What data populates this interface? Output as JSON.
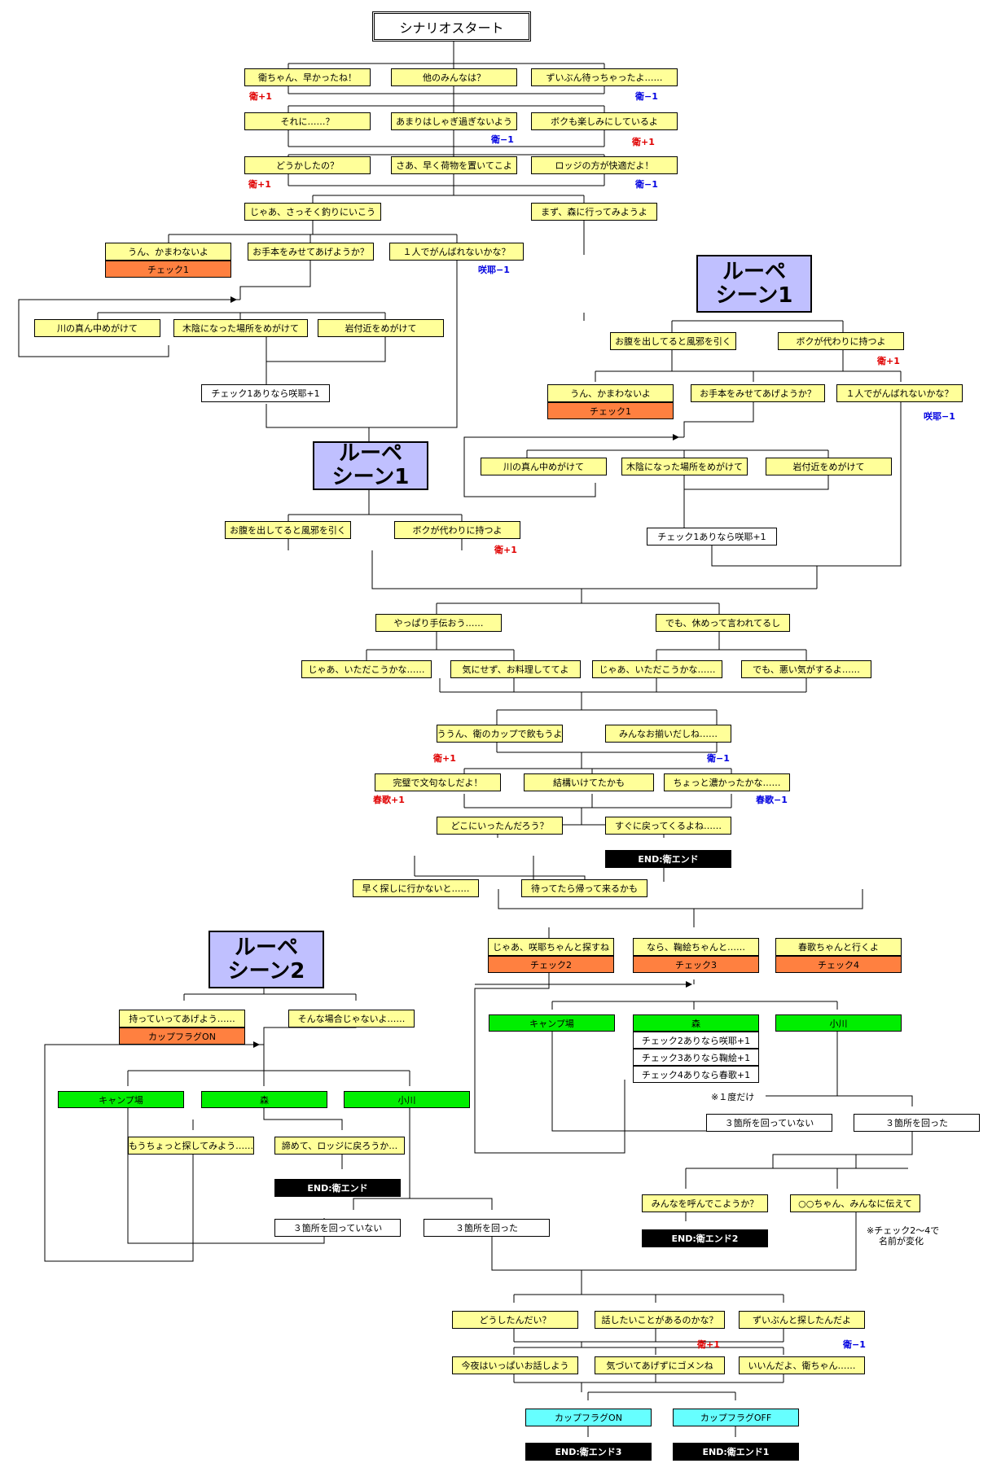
{
  "nodes": [
    {
      "id": "n0",
      "type": "title",
      "text": "シナリオスタート"
    },
    {
      "id": "n1",
      "text": "衛ちゃん、早かったね！"
    },
    {
      "id": "n2",
      "text": "他のみんなは？"
    },
    {
      "id": "n3",
      "text": "ずいぶん待っちゃったよ……"
    },
    {
      "id": "n4",
      "text": "それに……？"
    },
    {
      "id": "n5",
      "text": "あまりはしゃぎ過ぎないよう"
    },
    {
      "id": "n6",
      "text": "ボクも楽しみにしているよ"
    },
    {
      "id": "n7",
      "text": "どうかしたの？"
    },
    {
      "id": "n8",
      "text": "さあ、早く荷物を置いてこよ"
    },
    {
      "id": "n9",
      "text": "ロッジの方が快適だよ！"
    },
    {
      "id": "n10",
      "text": "じゃあ、さっそく釣りにいこう"
    },
    {
      "id": "n11",
      "text": "まず、森に行ってみようよ"
    },
    {
      "id": "n12",
      "text": "うん、かまわないよ"
    },
    {
      "id": "n12b",
      "type": "flag",
      "text": "チェック1"
    },
    {
      "id": "n13",
      "text": "お手本をみせてあげようか？"
    },
    {
      "id": "n14",
      "text": "１人でがんばれないかな？"
    },
    {
      "id": "n15",
      "text": "川の真ん中めがけて"
    },
    {
      "id": "n16",
      "text": "木陰になった場所をめがけて"
    },
    {
      "id": "n17",
      "text": "岩付近をめがけて"
    },
    {
      "id": "n18",
      "type": "white",
      "text": "チェック1ありなら咲耶+1"
    },
    {
      "id": "L1a",
      "type": "loupe",
      "text": "ルーペ\nシーン1"
    },
    {
      "id": "n19",
      "text": "お腹を出してると風邪を引く"
    },
    {
      "id": "n20",
      "text": "ボクが代わりに持つよ"
    },
    {
      "id": "n21",
      "text": "うん、かまわないよ"
    },
    {
      "id": "n21b",
      "type": "flag",
      "text": "チェック1"
    },
    {
      "id": "n22",
      "text": "お手本をみせてあげようか？"
    },
    {
      "id": "n23",
      "text": "１人でがんばれないかな？"
    },
    {
      "id": "n24",
      "text": "川の真ん中めがけて"
    },
    {
      "id": "n25",
      "text": "木陰になった場所をめがけて"
    },
    {
      "id": "n26",
      "text": "岩付近をめがけて"
    },
    {
      "id": "n27",
      "type": "white",
      "text": "チェック1ありなら咲耶+1"
    },
    {
      "id": "L1b",
      "type": "loupe",
      "text": "ルーペ\nシーン1"
    },
    {
      "id": "n28",
      "text": "お腹を出してると風邪を引く"
    },
    {
      "id": "n29",
      "text": "ボクが代わりに持つよ"
    },
    {
      "id": "n30",
      "text": "やっぱり手伝おう……"
    },
    {
      "id": "n31",
      "text": "でも、休めって言われてるし"
    },
    {
      "id": "n32",
      "text": "じゃあ、いただこうかな……"
    },
    {
      "id": "n33",
      "text": "気にせず、お料理しててよ"
    },
    {
      "id": "n34",
      "text": "じゃあ、いただこうかな……"
    },
    {
      "id": "n35",
      "text": "でも、悪い気がするよ……"
    },
    {
      "id": "n36",
      "text": "ううん、衛のカップで飲もうよ"
    },
    {
      "id": "n37",
      "text": "みんなお揃いだしね……"
    },
    {
      "id": "n38",
      "text": "完璧で文句なしだよ！"
    },
    {
      "id": "n39",
      "text": "結構いけてたかも"
    },
    {
      "id": "n40",
      "text": "ちょっと濃かったかな……"
    },
    {
      "id": "n41",
      "text": "どこにいったんだろう？"
    },
    {
      "id": "n42",
      "text": "すぐに戻ってくるよね……"
    },
    {
      "id": "e1",
      "type": "end",
      "text": "END:衛エンド"
    },
    {
      "id": "n43",
      "text": "早く探しに行かないと……"
    },
    {
      "id": "n44",
      "text": "待ってたら帰って来るかも"
    },
    {
      "id": "L2",
      "type": "loupe",
      "text": "ルーペ\nシーン2"
    },
    {
      "id": "n45",
      "text": "じゃあ、咲耶ちゃんと探すね"
    },
    {
      "id": "n45b",
      "type": "flag",
      "text": "チェック2"
    },
    {
      "id": "n46",
      "text": "なら、鞠絵ちゃんと……"
    },
    {
      "id": "n46b",
      "type": "flag",
      "text": "チェック3"
    },
    {
      "id": "n47",
      "text": "春歌ちゃんと行くよ"
    },
    {
      "id": "n47b",
      "type": "flag",
      "text": "チェック4"
    },
    {
      "id": "n48",
      "text": "持っていってあげよう……"
    },
    {
      "id": "n48b",
      "type": "flag",
      "text": "カップフラグON"
    },
    {
      "id": "n49",
      "text": "そんな場合じゃないよ……"
    },
    {
      "id": "g1",
      "type": "place",
      "text": "キャンプ場"
    },
    {
      "id": "g2",
      "type": "place",
      "text": "森"
    },
    {
      "id": "g3",
      "type": "place",
      "text": "小川"
    },
    {
      "id": "w1",
      "type": "white",
      "text": "チェック2ありなら咲耶+1"
    },
    {
      "id": "w2",
      "type": "white",
      "text": "チェック3ありなら鞠絵+1"
    },
    {
      "id": "w3",
      "type": "white",
      "text": "チェック4ありなら春歌+1"
    },
    {
      "id": "g4",
      "type": "place",
      "text": "キャンプ場"
    },
    {
      "id": "g5",
      "type": "place",
      "text": "森"
    },
    {
      "id": "g6",
      "type": "place",
      "text": "小川"
    },
    {
      "id": "n50",
      "text": "もうちょっと探してみよう……"
    },
    {
      "id": "n51",
      "text": "諦めて、ロッジに戻ろうか…"
    },
    {
      "id": "e2",
      "type": "end",
      "text": "END:衛エンド"
    },
    {
      "id": "w4",
      "type": "white",
      "text": "３箇所を回っていない"
    },
    {
      "id": "w5",
      "type": "white",
      "text": "３箇所を回った"
    },
    {
      "id": "w6",
      "type": "white",
      "text": "３箇所を回っていない"
    },
    {
      "id": "w7",
      "type": "white",
      "text": "３箇所を回った"
    },
    {
      "id": "n52",
      "text": "みんなを呼んでこようか？"
    },
    {
      "id": "n53",
      "text": "○○ちゃん、みんなに伝えて"
    },
    {
      "id": "e3",
      "type": "end",
      "text": "END:衛エンド2"
    },
    {
      "id": "n54",
      "text": "どうしたんだい？"
    },
    {
      "id": "n55",
      "text": "話したいことがあるのかな？"
    },
    {
      "id": "n56",
      "text": "ずいぶんと探したんだよ"
    },
    {
      "id": "n57",
      "text": "今夜はいっぱいお話しよう"
    },
    {
      "id": "n58",
      "text": "気づいてあげずにゴメンね"
    },
    {
      "id": "n59",
      "text": "いいんだよ、衛ちゃん……"
    },
    {
      "id": "c1",
      "type": "cup",
      "text": "カップフラグON"
    },
    {
      "id": "c2",
      "type": "cup",
      "text": "カップフラグOFF"
    },
    {
      "id": "e4",
      "type": "end",
      "text": "END:衛エンド3"
    },
    {
      "id": "e5",
      "type": "end",
      "text": "END:衛エンド1"
    }
  ],
  "deltas": [
    {
      "id": "d1",
      "text": "衛+1",
      "color": "red"
    },
    {
      "id": "d2",
      "text": "衛−1",
      "color": "blue"
    },
    {
      "id": "d3",
      "text": "衛−1",
      "color": "blue"
    },
    {
      "id": "d4",
      "text": "衛+1",
      "color": "red"
    },
    {
      "id": "d5",
      "text": "衛+1",
      "color": "red"
    },
    {
      "id": "d6",
      "text": "衛−1",
      "color": "blue"
    },
    {
      "id": "d7",
      "text": "咲耶−1",
      "color": "blue"
    },
    {
      "id": "d8",
      "text": "衛+1",
      "color": "red"
    },
    {
      "id": "d9",
      "text": "咲耶−1",
      "color": "blue"
    },
    {
      "id": "d10",
      "text": "衛+1",
      "color": "red"
    },
    {
      "id": "d11",
      "text": "衛+1",
      "color": "red"
    },
    {
      "id": "d12",
      "text": "衛−1",
      "color": "blue"
    },
    {
      "id": "d13",
      "text": "春歌+1",
      "color": "red"
    },
    {
      "id": "d14",
      "text": "春歌−1",
      "color": "blue"
    },
    {
      "id": "d15",
      "text": "衛+1",
      "color": "red"
    },
    {
      "id": "d16",
      "text": "衛−1",
      "color": "blue"
    }
  ],
  "notes": [
    {
      "id": "t1",
      "text": "※１度だけ"
    },
    {
      "id": "t2",
      "text": "※チェック2～4で"
    },
    {
      "id": "t3",
      "text": "名前が変化"
    }
  ]
}
